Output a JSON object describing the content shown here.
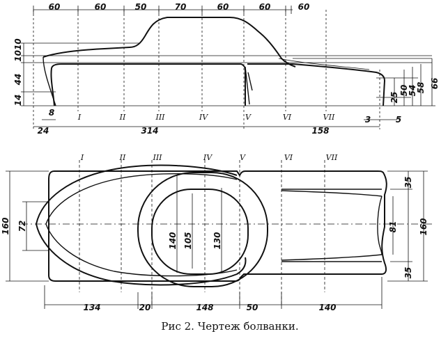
{
  "caption": "Рис  2. Чертеж болванки.",
  "side_view": {
    "top_dims": [
      "60",
      "60",
      "50",
      "70",
      "60",
      "60",
      "60"
    ],
    "left_dims": [
      "1010",
      "44",
      "14"
    ],
    "right_dims": [
      "25",
      "50",
      "54",
      "58",
      "66"
    ],
    "bottom_dims": {
      "left_small": "8",
      "left_total": "24",
      "main": "314",
      "rear": "158",
      "r3": "3",
      "r5": "5"
    },
    "stations": [
      "I",
      "II",
      "III",
      "IV",
      "V",
      "VI",
      "VII"
    ]
  },
  "plan_view": {
    "stations": [
      "I",
      "II",
      "III",
      "IV",
      "V",
      "VI",
      "VII"
    ],
    "left_dims": {
      "total": "160",
      "inner": "72"
    },
    "inner_dims": {
      "d140": "140",
      "d105": "105",
      "d130": "130"
    },
    "right_dims": {
      "top": "35",
      "middle": "81",
      "bottom": "35",
      "total": "160"
    },
    "bottom_dims": [
      "134",
      "20",
      "148",
      "50",
      "140"
    ]
  }
}
